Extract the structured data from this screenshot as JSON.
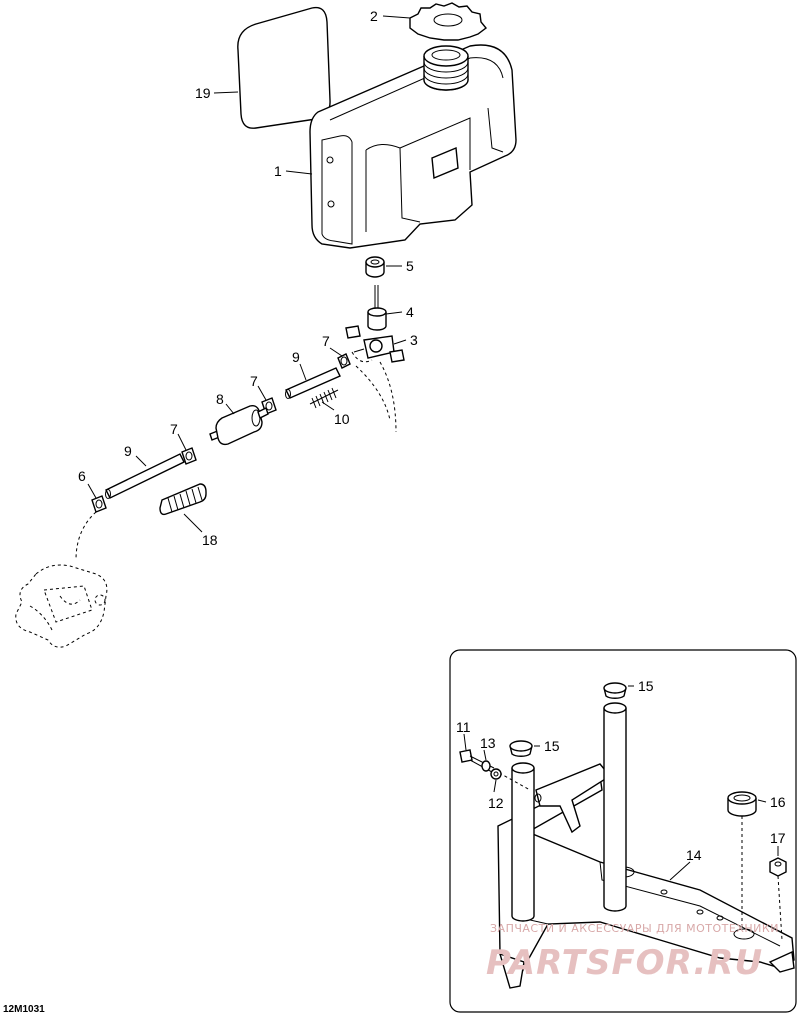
{
  "drawing_code": "12M1031",
  "watermark": {
    "line1": "ЗАПЧАСТИ И АКСЕССУАРЫ ДЛЯ МОТОТЕХНИКИ",
    "line2": "PARTSFOR.RU"
  },
  "labels": {
    "p1": "1",
    "p2": "2",
    "p3": "3",
    "p4": "4",
    "p5": "5",
    "p6": "6",
    "p7a": "7",
    "p7b": "7",
    "p7c": "7",
    "p8": "8",
    "p9a": "9",
    "p9b": "9",
    "p10": "10",
    "p11": "11",
    "p12": "12",
    "p13": "13",
    "p14": "14",
    "p15a": "15",
    "p15b": "15",
    "p16": "16",
    "p17": "17",
    "p18": "18",
    "p19": "19"
  }
}
